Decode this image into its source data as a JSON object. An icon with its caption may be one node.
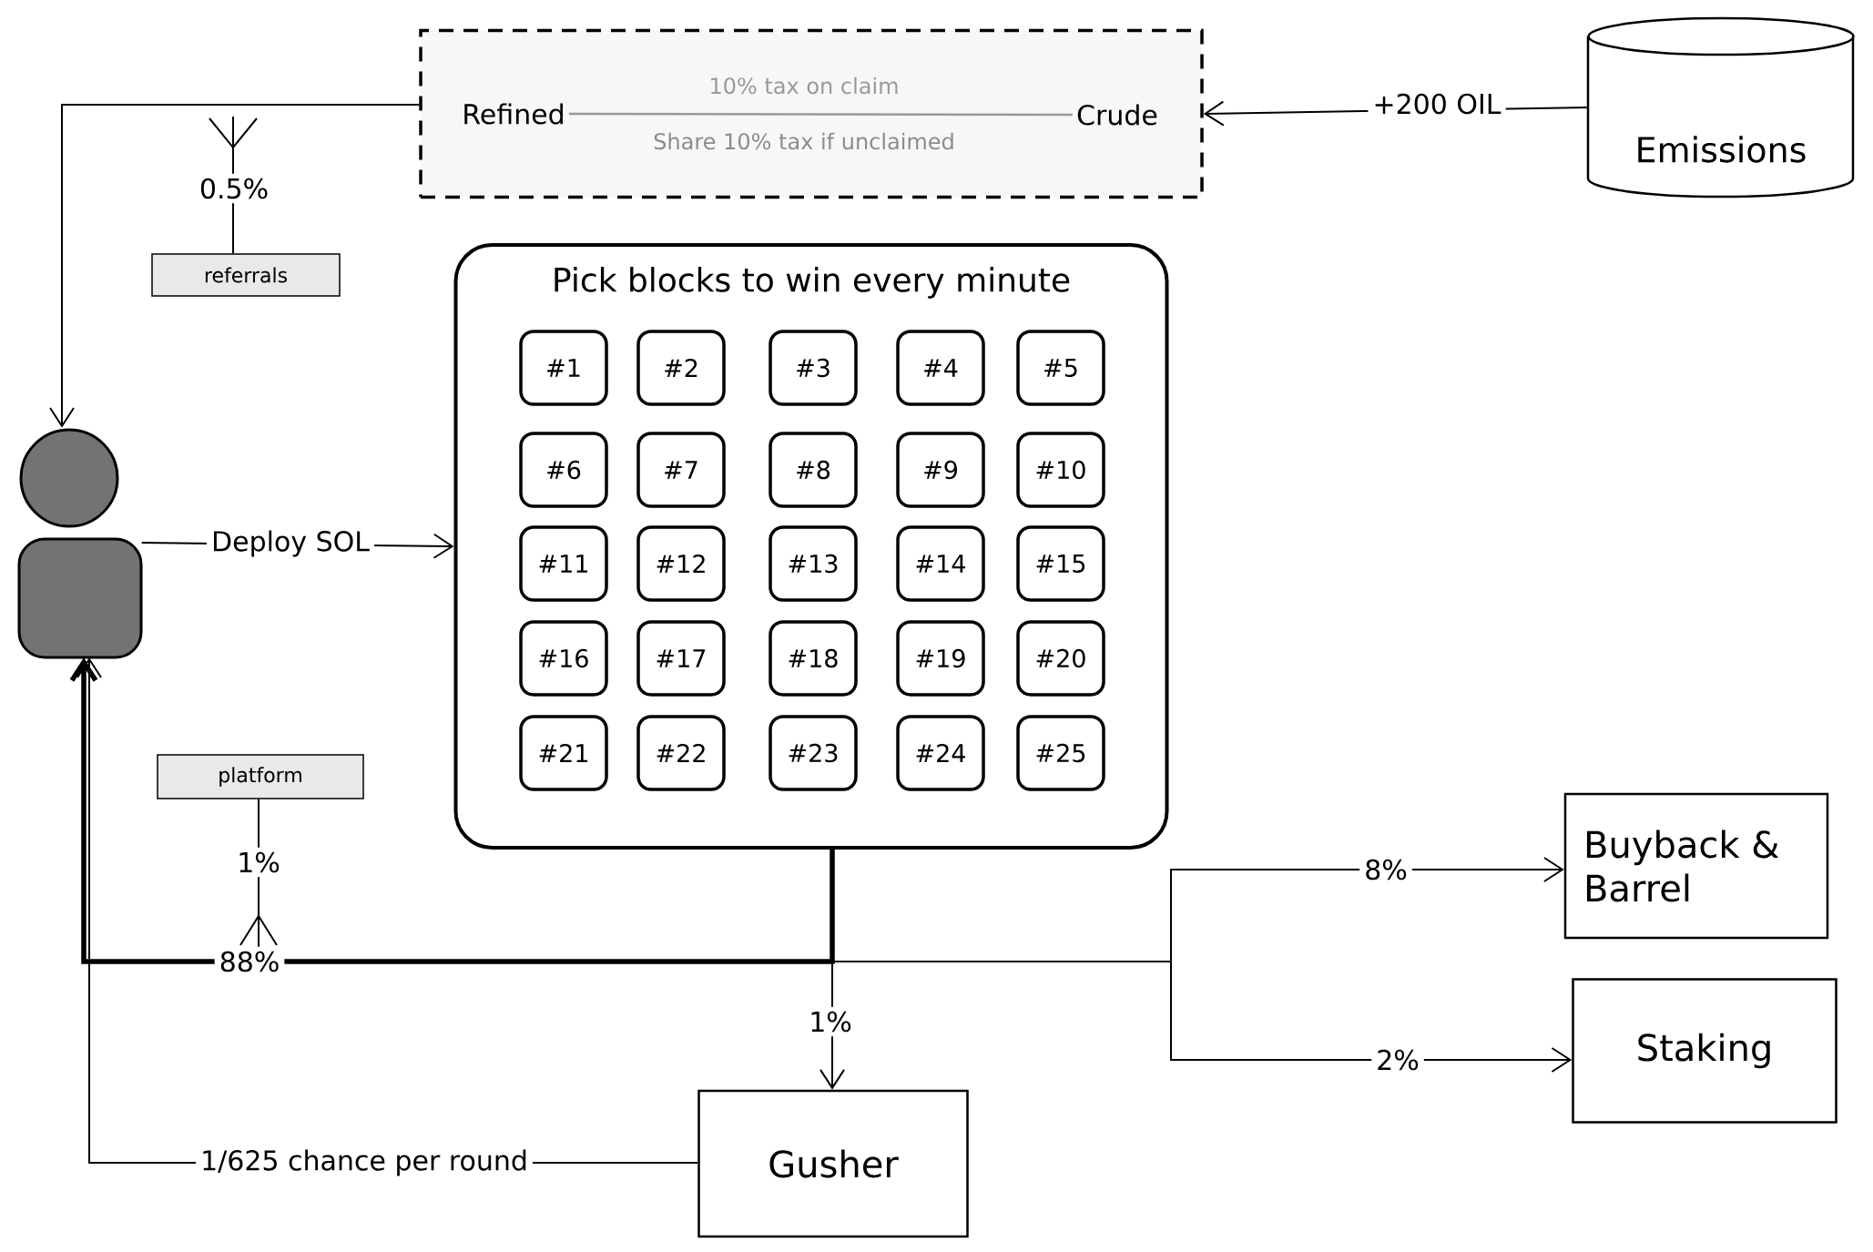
{
  "diagram": {
    "nodes": [
      {
        "text": [],
        "shape": "box"
      },
      {
        "text": [
          "Refined"
        ],
        "in": 0
      },
      {
        "text": [
          "Crude"
        ],
        "in": 0
      },
      {
        "text": [
          "Emissions"
        ]
      },
      {
        "text": [],
        "shape": "person"
      },
      {
        "text": [
          "Pick blocks to win every minute"
        ]
      },
      {
        "text": [
          "#1"
        ],
        "in": 5
      },
      {
        "text": [
          "#2"
        ],
        "in": 5
      },
      {
        "text": [
          "#3"
        ],
        "in": 5
      },
      {
        "text": [
          "#4"
        ],
        "in": 5
      },
      {
        "text": [
          "#5"
        ],
        "in": 5
      },
      {
        "text": [
          "#6"
        ],
        "in": 5
      },
      {
        "text": [
          "#7"
        ],
        "in": 5
      },
      {
        "text": [
          "#8"
        ],
        "in": 5
      },
      {
        "text": [
          "#9"
        ],
        "in": 5
      },
      {
        "text": [
          "#10"
        ],
        "in": 5
      },
      {
        "text": [
          "#11"
        ],
        "in": 5
      },
      {
        "text": [
          "#12"
        ],
        "in": 5
      },
      {
        "text": [
          "#13"
        ],
        "in": 5
      },
      {
        "text": [
          "#14"
        ],
        "in": 5
      },
      {
        "text": [
          "#15"
        ],
        "in": 5
      },
      {
        "text": [
          "#16"
        ],
        "in": 5
      },
      {
        "text": [
          "#17"
        ],
        "in": 5
      },
      {
        "text": [
          "#18"
        ],
        "in": 5
      },
      {
        "text": [
          "#19"
        ],
        "in": 5
      },
      {
        "text": [
          "#20"
        ],
        "in": 5
      },
      {
        "text": [
          "#21"
        ],
        "in": 5
      },
      {
        "text": [
          "#22"
        ],
        "in": 5
      },
      {
        "text": [
          "#23"
        ],
        "in": 5
      },
      {
        "text": [
          "#24"
        ],
        "in": 5
      },
      {
        "text": [
          "#25"
        ],
        "in": 5
      },
      {
        "text": [
          "referrals"
        ]
      },
      {
        "text": [
          "platform"
        ]
      },
      {
        "text": [
          "Gusher"
        ]
      },
      {
        "text": [
          "Buyback & Barrel"
        ]
      },
      {
        "text": [
          "Staking"
        ]
      }
    ],
    "edges": [
      {
        "from": 3,
        "to": 0,
        "arrow": "to",
        "label": "+200 OIL"
      },
      {
        "from": 2,
        "to": 1,
        "arrow": "none",
        "label": "10% tax on claim",
        "color": "#999999"
      },
      {
        "from": 0,
        "to": 4,
        "arrow": "to"
      },
      {
        "from": null,
        "to": 31,
        "arrow": "other",
        "label": "0.5%"
      },
      {
        "from": 4,
        "to": 5,
        "arrow": "to",
        "label": "Deploy SOL"
      },
      {
        "from": null,
        "to": 32,
        "arrow": "other",
        "label": "1%"
      },
      {
        "from": 5,
        "to": 4,
        "arrow": "to",
        "label": "88%",
        "style": "thick"
      },
      {
        "from": 5,
        "to": 33,
        "arrow": "to",
        "label": "1%"
      },
      {
        "from": 5,
        "to": 34,
        "arrow": "to",
        "label": "8%"
      },
      {
        "from": 5,
        "to": 35,
        "arrow": "to",
        "label": "2%"
      },
      {
        "from": 33,
        "to": 4,
        "arrow": "to",
        "label": "1/625 chance per round"
      }
    ],
    "labels": [
      "Share 10% tax if unclaimed"
    ]
  }
}
